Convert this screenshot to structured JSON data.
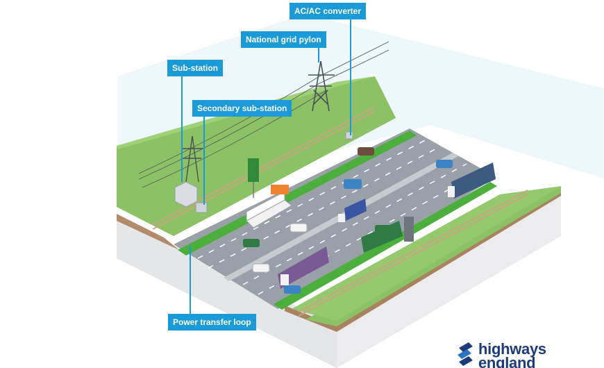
{
  "labels": {
    "acac_converter": "AC/AC converter",
    "national_grid_pylon": "National grid pylon",
    "sub_station": "Sub-station",
    "secondary_sub_station": "Secondary sub-station",
    "power_transfer_loop": "Power transfer loop"
  },
  "brand": {
    "line1": "highways",
    "line2": "england"
  },
  "colors": {
    "callout": "#1a9bd7",
    "grass": "#8cc266",
    "road": "#9aa0a8",
    "charging_lane": "#4caf3c",
    "brand": "#1d3b7a"
  }
}
